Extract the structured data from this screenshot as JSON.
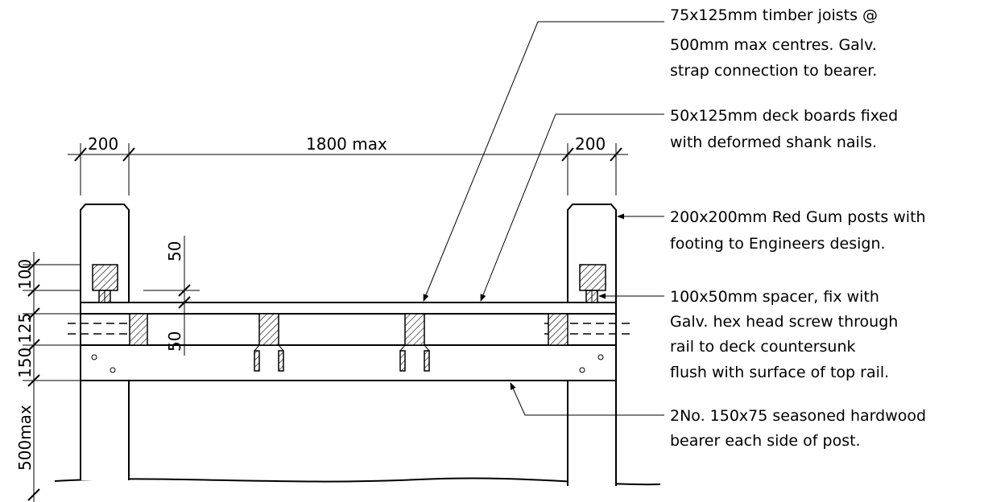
{
  "dimensions": {
    "post_width_left": "200",
    "bay_span": "1800 max",
    "post_width_right": "200",
    "rail_50_upper": "50",
    "rail_50_lower": "50",
    "vert_100": "100",
    "vert_125": "125",
    "vert_150": "150",
    "vert_500": "500max"
  },
  "notes": [
    {
      "lines": [
        "75x125mm timber joists @",
        "500mm max centres. Galv.",
        "strap connection to bearer."
      ]
    },
    {
      "lines": [
        "50x125mm deck boards fixed",
        "with deformed shank nails."
      ]
    },
    {
      "lines": [
        "200x200mm Red Gum posts with",
        "footing to Engineers design."
      ]
    },
    {
      "lines": [
        "100x50mm spacer, fix with",
        "Galv. hex head screw through",
        "rail to deck countersunk",
        "flush with surface of top rail."
      ]
    },
    {
      "lines": [
        "2No. 150x75 seasoned hardwood",
        "bearer each side of post."
      ]
    }
  ]
}
